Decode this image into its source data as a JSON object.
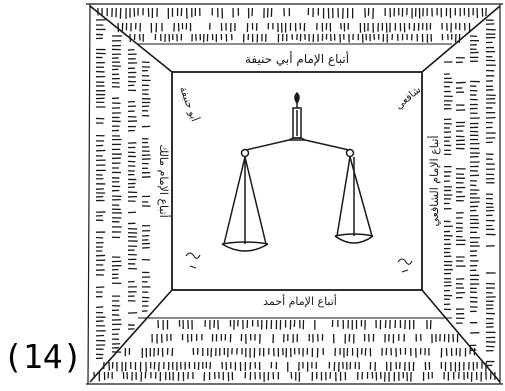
{
  "figure": {
    "number_label": "(14)",
    "inscriptions": {
      "top": "أتباع الإمام أبي حنيفة",
      "upper_left_corner": "أبو حنيفة",
      "upper_right_corner": "شافعي",
      "left": "أتباع الإمام مالك",
      "right": "أتباع الإمام الشافعي",
      "bottom": "أتباع الإمام أحمد"
    },
    "central_device": "scales-of-justice",
    "colors": {
      "ink": "#1a1a1a",
      "paper": "#ffffff"
    }
  }
}
